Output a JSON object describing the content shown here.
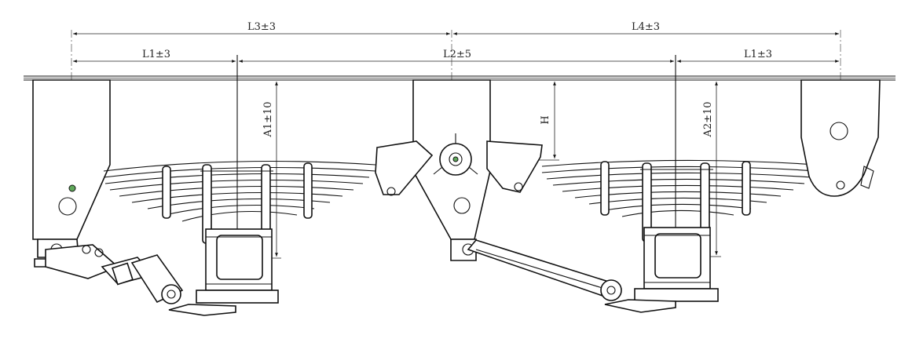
{
  "dimensions": {
    "l3": "L3±3",
    "l4": "L4±3",
    "l1_left": "L1±3",
    "l2": "L2±5",
    "l1_right": "L1±3",
    "a1": "A1±10",
    "a2": "A2±10",
    "h": "H"
  },
  "colors": {
    "line": "#111111",
    "grease_nipple": "#5fa85a",
    "background": "#ffffff"
  }
}
